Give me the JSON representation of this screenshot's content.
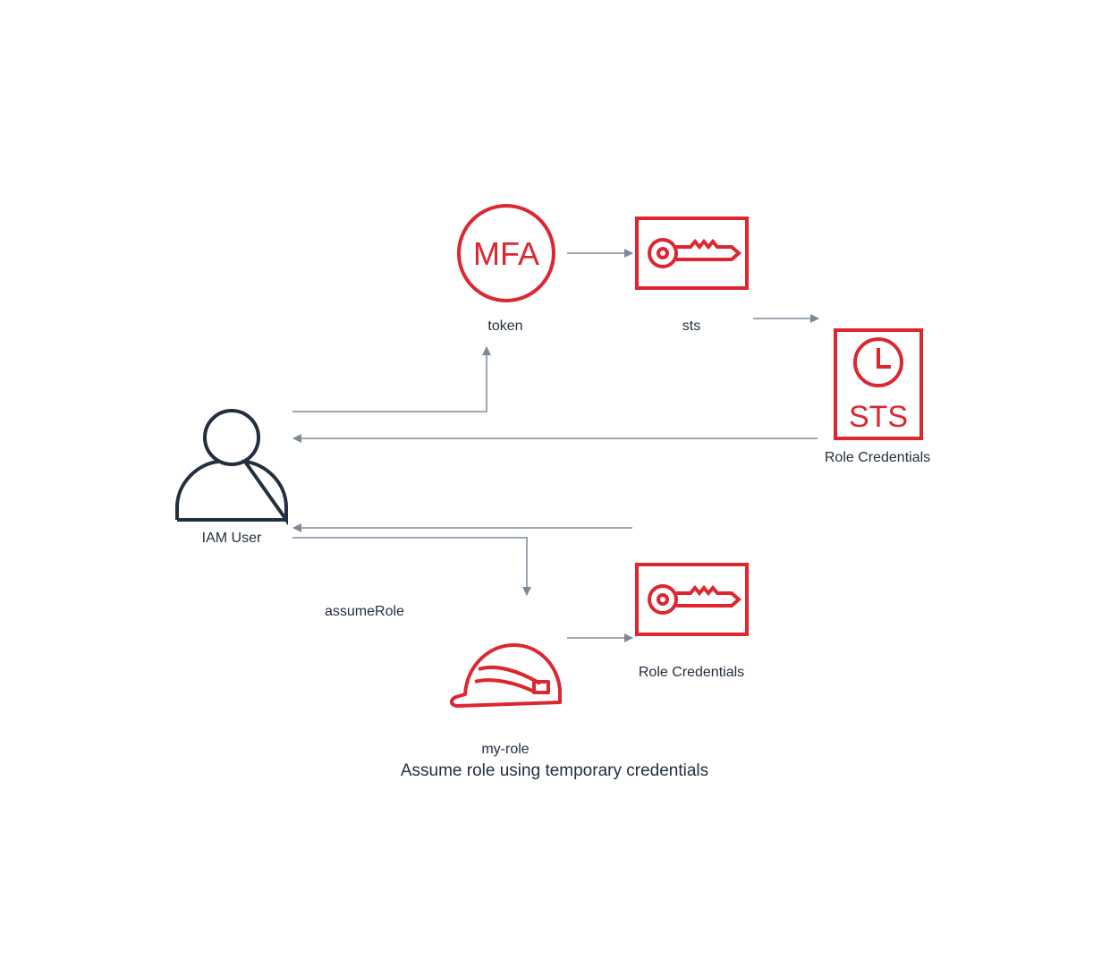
{
  "colors": {
    "aws_red": "#DD2630",
    "user_navy": "#232F3E",
    "edge_gray": "#7D8998",
    "text": "#232F3E"
  },
  "nodes": {
    "iam_user": {
      "label": "IAM User",
      "icon": "user-icon"
    },
    "token": {
      "label": "token",
      "icon": "mfa-icon",
      "icon_text": "MFA"
    },
    "sts": {
      "label": "sts",
      "icon": "key-icon"
    },
    "role_credentials_sts": {
      "label": "Role Credentials",
      "icon": "sts-token-icon",
      "icon_text": "STS"
    },
    "my_role": {
      "label": "my-role",
      "icon": "role-helmet-icon"
    },
    "role_credentials_key": {
      "label": "Role Credentials",
      "icon": "key-icon"
    }
  },
  "edges": {
    "assume_role": {
      "label": "assumeRole"
    }
  },
  "caption": "Assume role using temporary credentials"
}
